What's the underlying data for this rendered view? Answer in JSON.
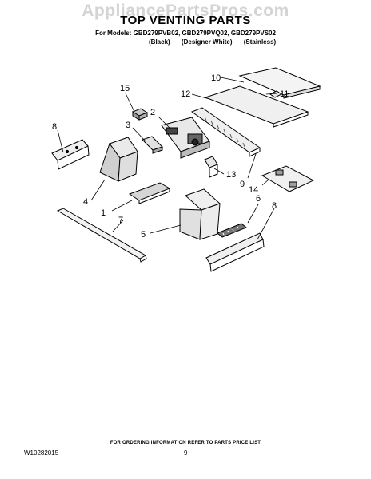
{
  "watermark": "AppliancePartsPros.com",
  "header": {
    "title": "TOP VENTING PARTS",
    "models": "For Models: GBD279PVB02, GBD279PVQ02, GBD279PVS02",
    "variants": [
      "(Black)",
      "(Designer White)",
      "(Stainless)"
    ]
  },
  "callouts": [
    "1",
    "2",
    "3",
    "4",
    "5",
    "6",
    "7",
    "8",
    "8",
    "9",
    "10",
    "11",
    "12",
    "13",
    "14",
    "15"
  ],
  "footer": {
    "note": "FOR ORDERING INFORMATION REFER TO PARTS PRICE LIST",
    "doc_id": "W10282015",
    "page": "9"
  }
}
